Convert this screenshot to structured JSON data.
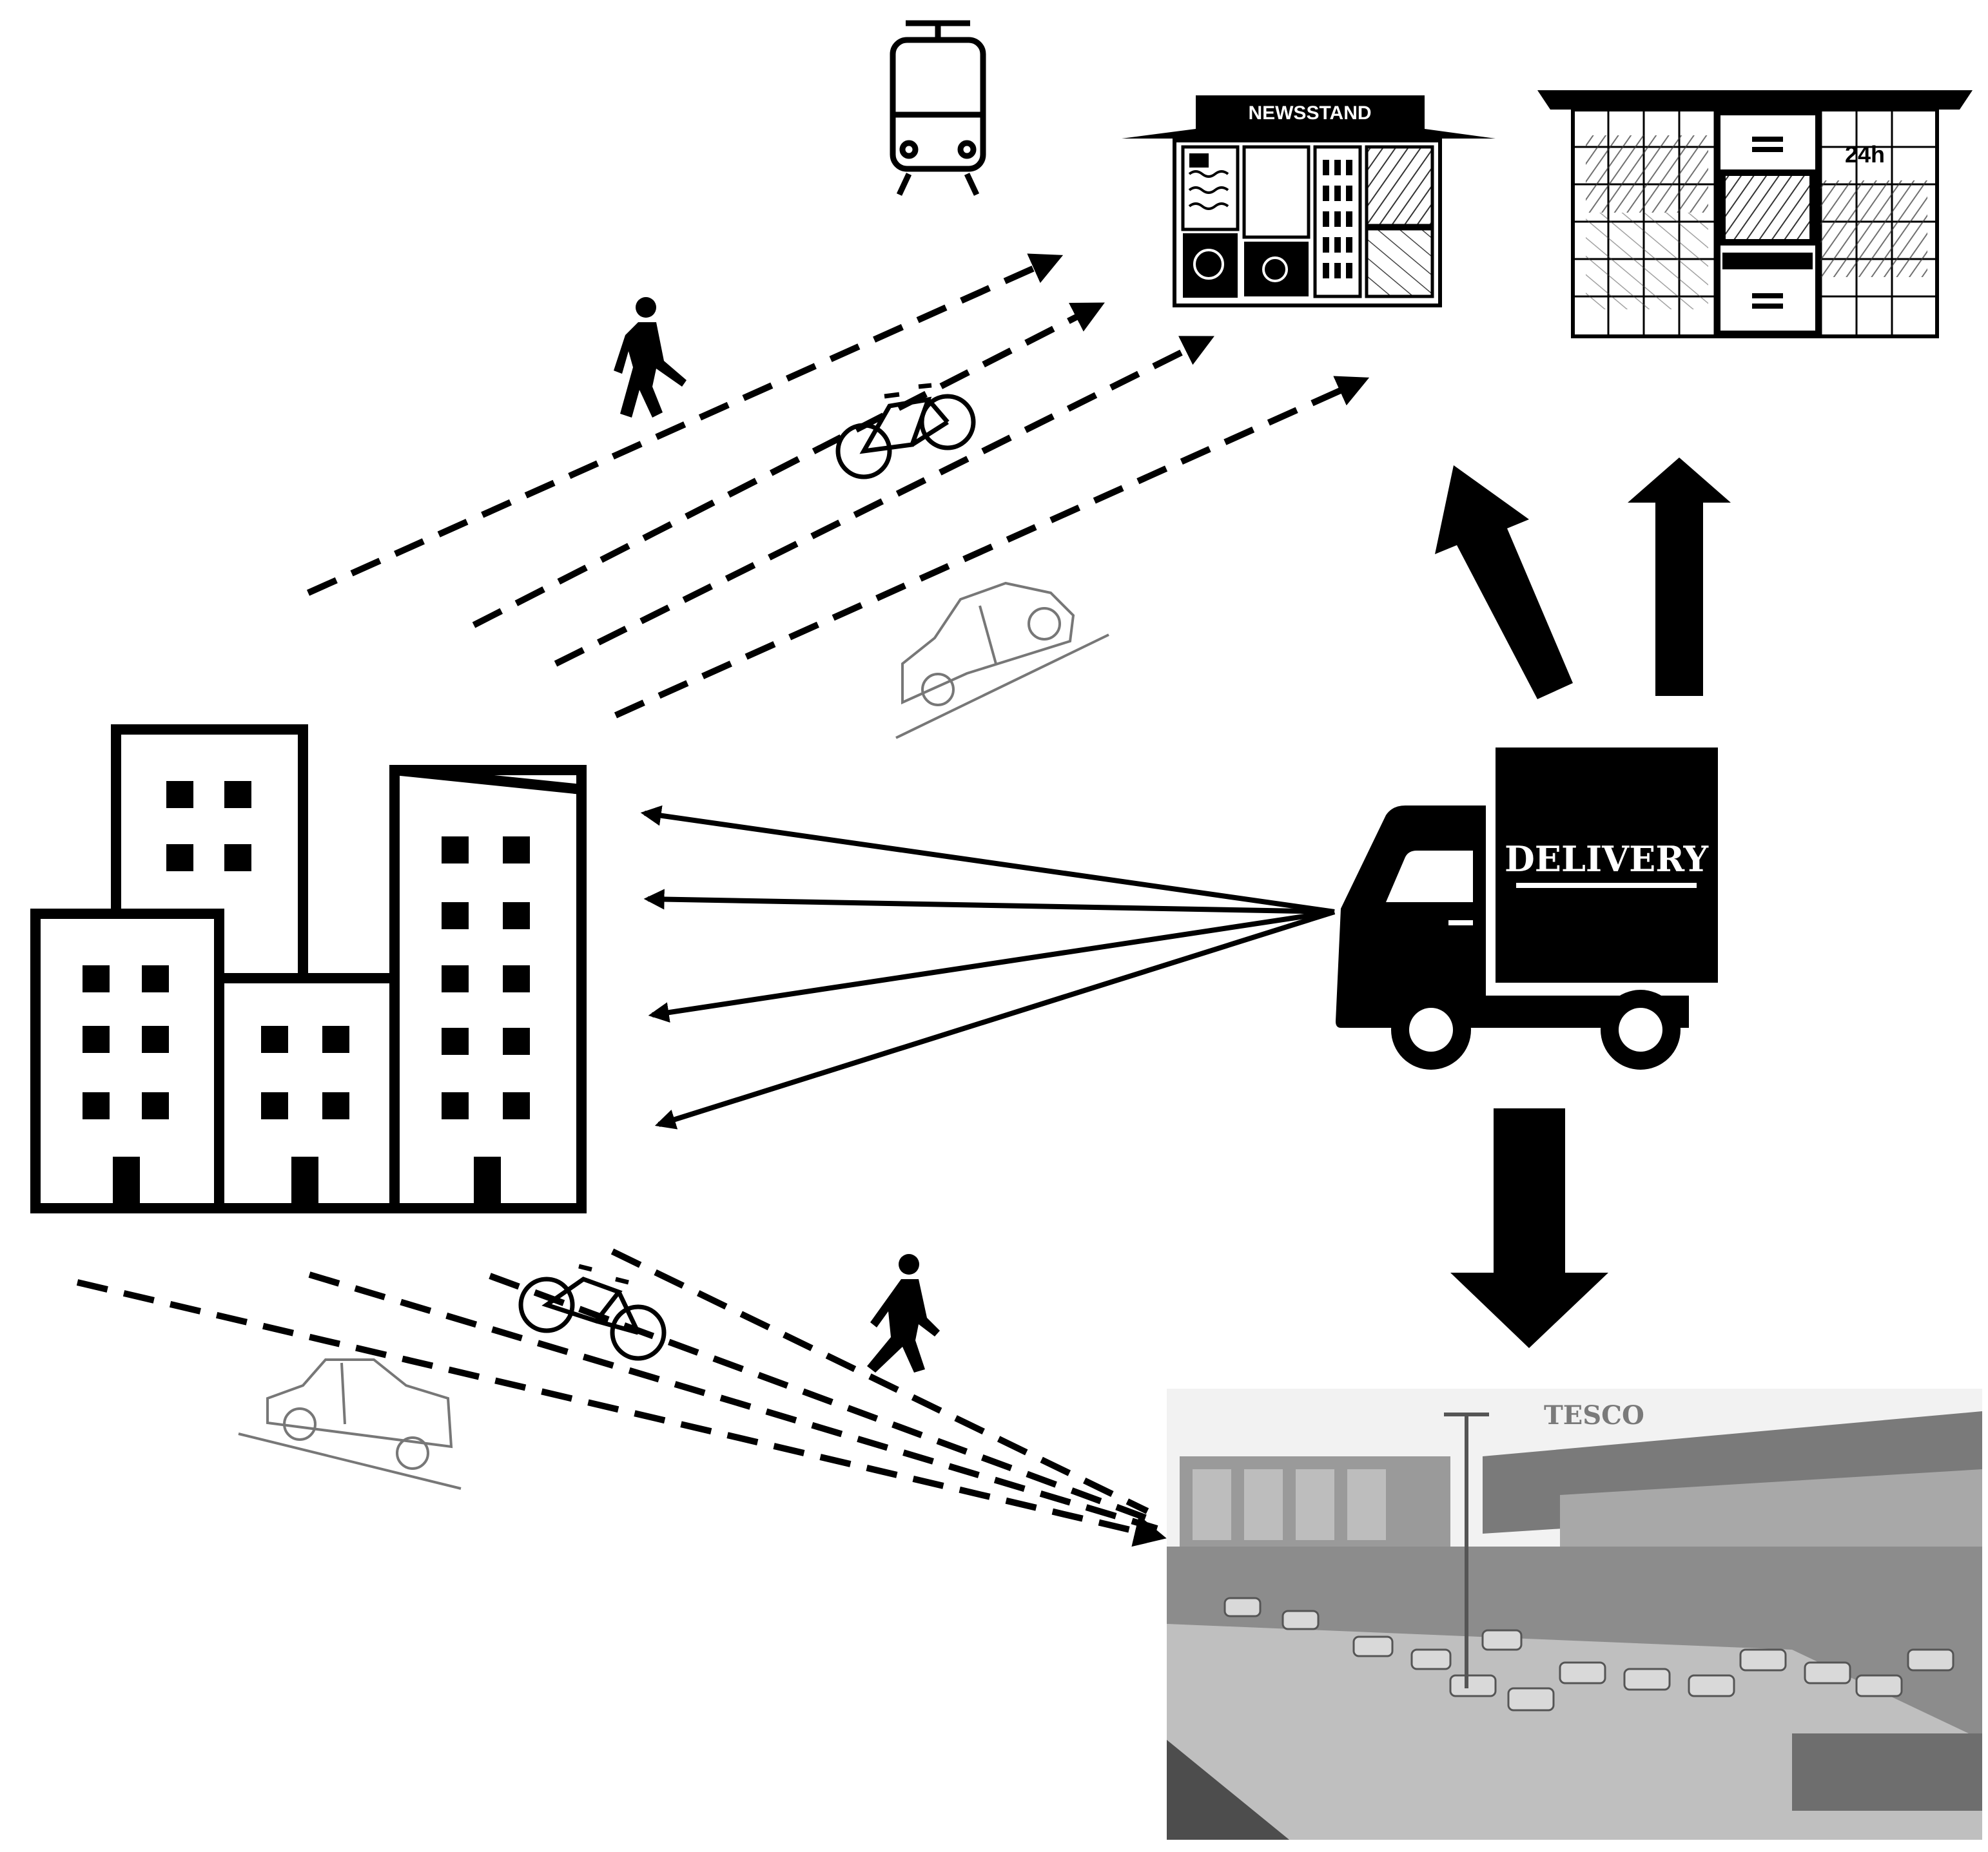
{
  "labels": {
    "newsstand": "NEWSSTAND",
    "locker_hours": "24h",
    "truck": "DELIVERY",
    "store": "TESCO"
  },
  "icons": [
    "tram-icon",
    "pedestrian-icon",
    "bicycle-icon",
    "car-icon",
    "buildings-icon",
    "newsstand-icon",
    "parcel-locker-icon",
    "delivery-truck-icon",
    "supermarket-photo"
  ],
  "colors": {
    "ink": "#000000",
    "paper": "#ffffff",
    "photo_sky": "#f2f2f2",
    "photo_ground": "#8c8c8c"
  }
}
